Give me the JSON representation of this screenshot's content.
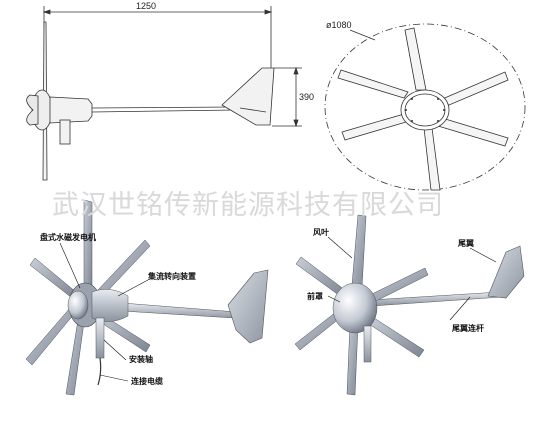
{
  "watermark": "武汉世铭传新能源科技有限公司",
  "dimensions": {
    "length": "1250",
    "tail_height": "390",
    "rotor_diameter": "ø1080"
  },
  "labels": {
    "disc_generator": "盘式水磁发电机",
    "yaw_device": "集流转向装置",
    "mount_shaft": "安装轴",
    "cable": "连接电缆",
    "blade": "风叶",
    "nose_cone": "前罩",
    "tail_vane": "尾翼",
    "tail_boom": "尾翼连杆"
  },
  "colors": {
    "line": "#333333",
    "metal_light": "#e4e8ee",
    "metal_mid": "#b8c0cc",
    "metal_dark": "#6e7684",
    "watermark": "#d9d9d9"
  }
}
